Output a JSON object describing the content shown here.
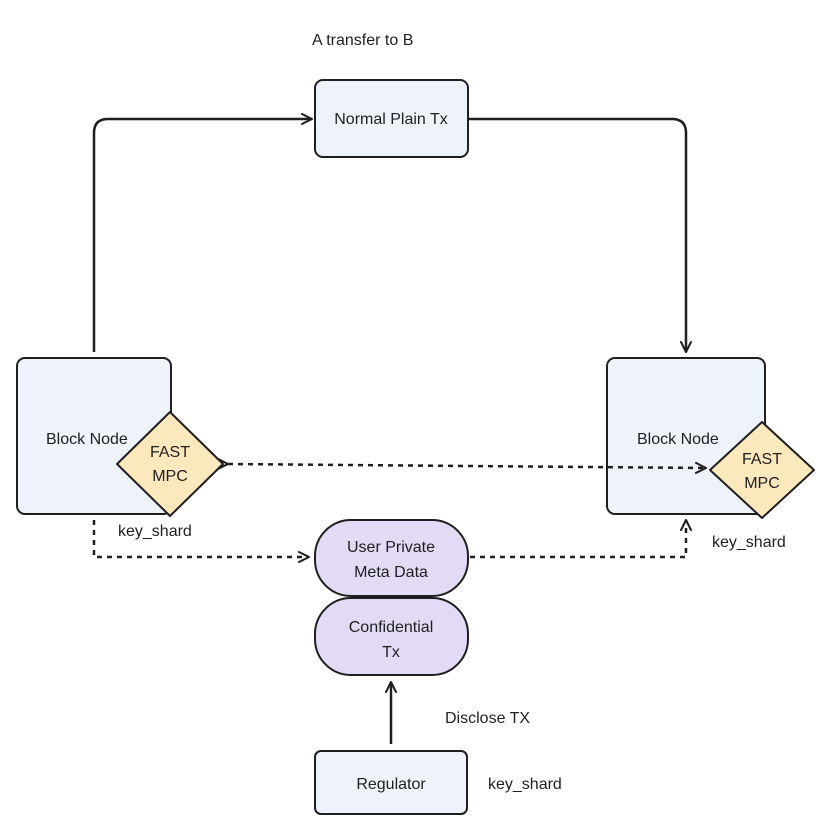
{
  "title": "A  transfer to B",
  "nodes": {
    "normal_plain_tx": "Normal Plain Tx",
    "block_node_left": "Block Node",
    "block_node_right": "Block Node",
    "mpc_left": {
      "line1": "FAST",
      "line2": "MPC"
    },
    "mpc_right": {
      "line1": "FAST",
      "line2": "MPC"
    },
    "user_private_meta": {
      "line1": "User Private",
      "line2": "Meta Data"
    },
    "confidential_tx": {
      "line1": "Confidential",
      "line2": "Tx"
    },
    "regulator": "Regulator"
  },
  "labels": {
    "key_shard_left": "key_shard",
    "key_shard_right": "key_shard",
    "key_shard_regulator": "key_shard",
    "disclose_tx": "Disclose TX"
  },
  "colors": {
    "box_fill": "#eef2fb",
    "box_stroke": "#1f1f1f",
    "diamond_fill": "#fbe8bd",
    "pill_fill": "#e3daf5"
  }
}
